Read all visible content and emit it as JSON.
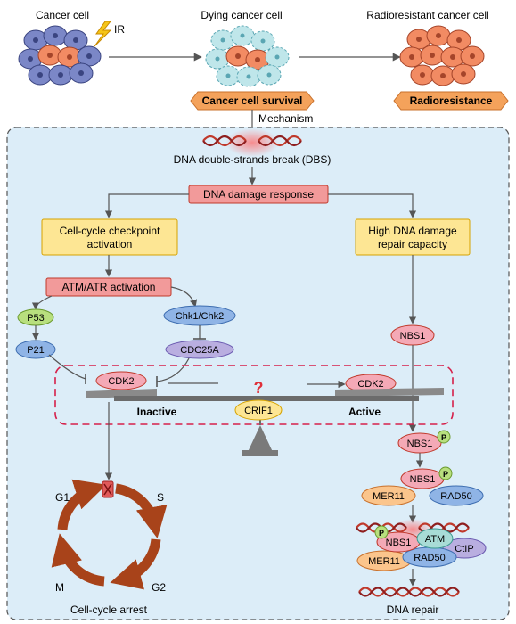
{
  "top": {
    "cancer_cell_label": "Cancer cell",
    "ir_label": "IR",
    "dying_cell_label": "Dying cancer cell",
    "radioresistant_label": "Radioresistant cancer cell",
    "survival_tag": "Cancer cell survival",
    "radioresistance_tag": "Radioresistance",
    "mechanism_label": "Mechanism"
  },
  "mechanism": {
    "dbs_label": "DNA double-strands break (DBS)",
    "ddr_label": "DNA  damage response",
    "checkpoint_line1": "Cell-cycle checkpoint",
    "checkpoint_line2": "activation",
    "repair_line1": "High DNA damage",
    "repair_line2": "repair capacity",
    "atm_atr": "ATM/ATR activation",
    "p53": "P53",
    "p21": "P21",
    "chk": "Chk1/Chk2",
    "cdc25a": "CDC25A",
    "nbs1": "NBS1",
    "cdk2_left": "CDK2",
    "cdk2_right": "CDK2",
    "question": "?",
    "crif1": "CRIF1",
    "inactive": "Inactive",
    "active": "Active",
    "phospho": "P",
    "mer11": "MER11",
    "rad50": "RAD50",
    "atm": "ATM",
    "ctip": "CtIP",
    "dna_repair": "DNA repair"
  },
  "cell_cycle": {
    "g1": "G1",
    "s": "S",
    "g2": "G2",
    "m": "M",
    "arrest_label": "Cell-cycle arrest"
  },
  "colors": {
    "panel_bg": "#dcedf8",
    "orange_tag": "#f4a25b",
    "red_box": "#f29a9a",
    "yellow_box": "#fde694",
    "pink_oval": "#f4a9b6",
    "blue_oval": "#8fb4e6",
    "purple_oval": "#b9aee0",
    "green_oval": "#b8df7e",
    "brown_arrow": "#a8431a",
    "dna_red": "#c0392b"
  }
}
